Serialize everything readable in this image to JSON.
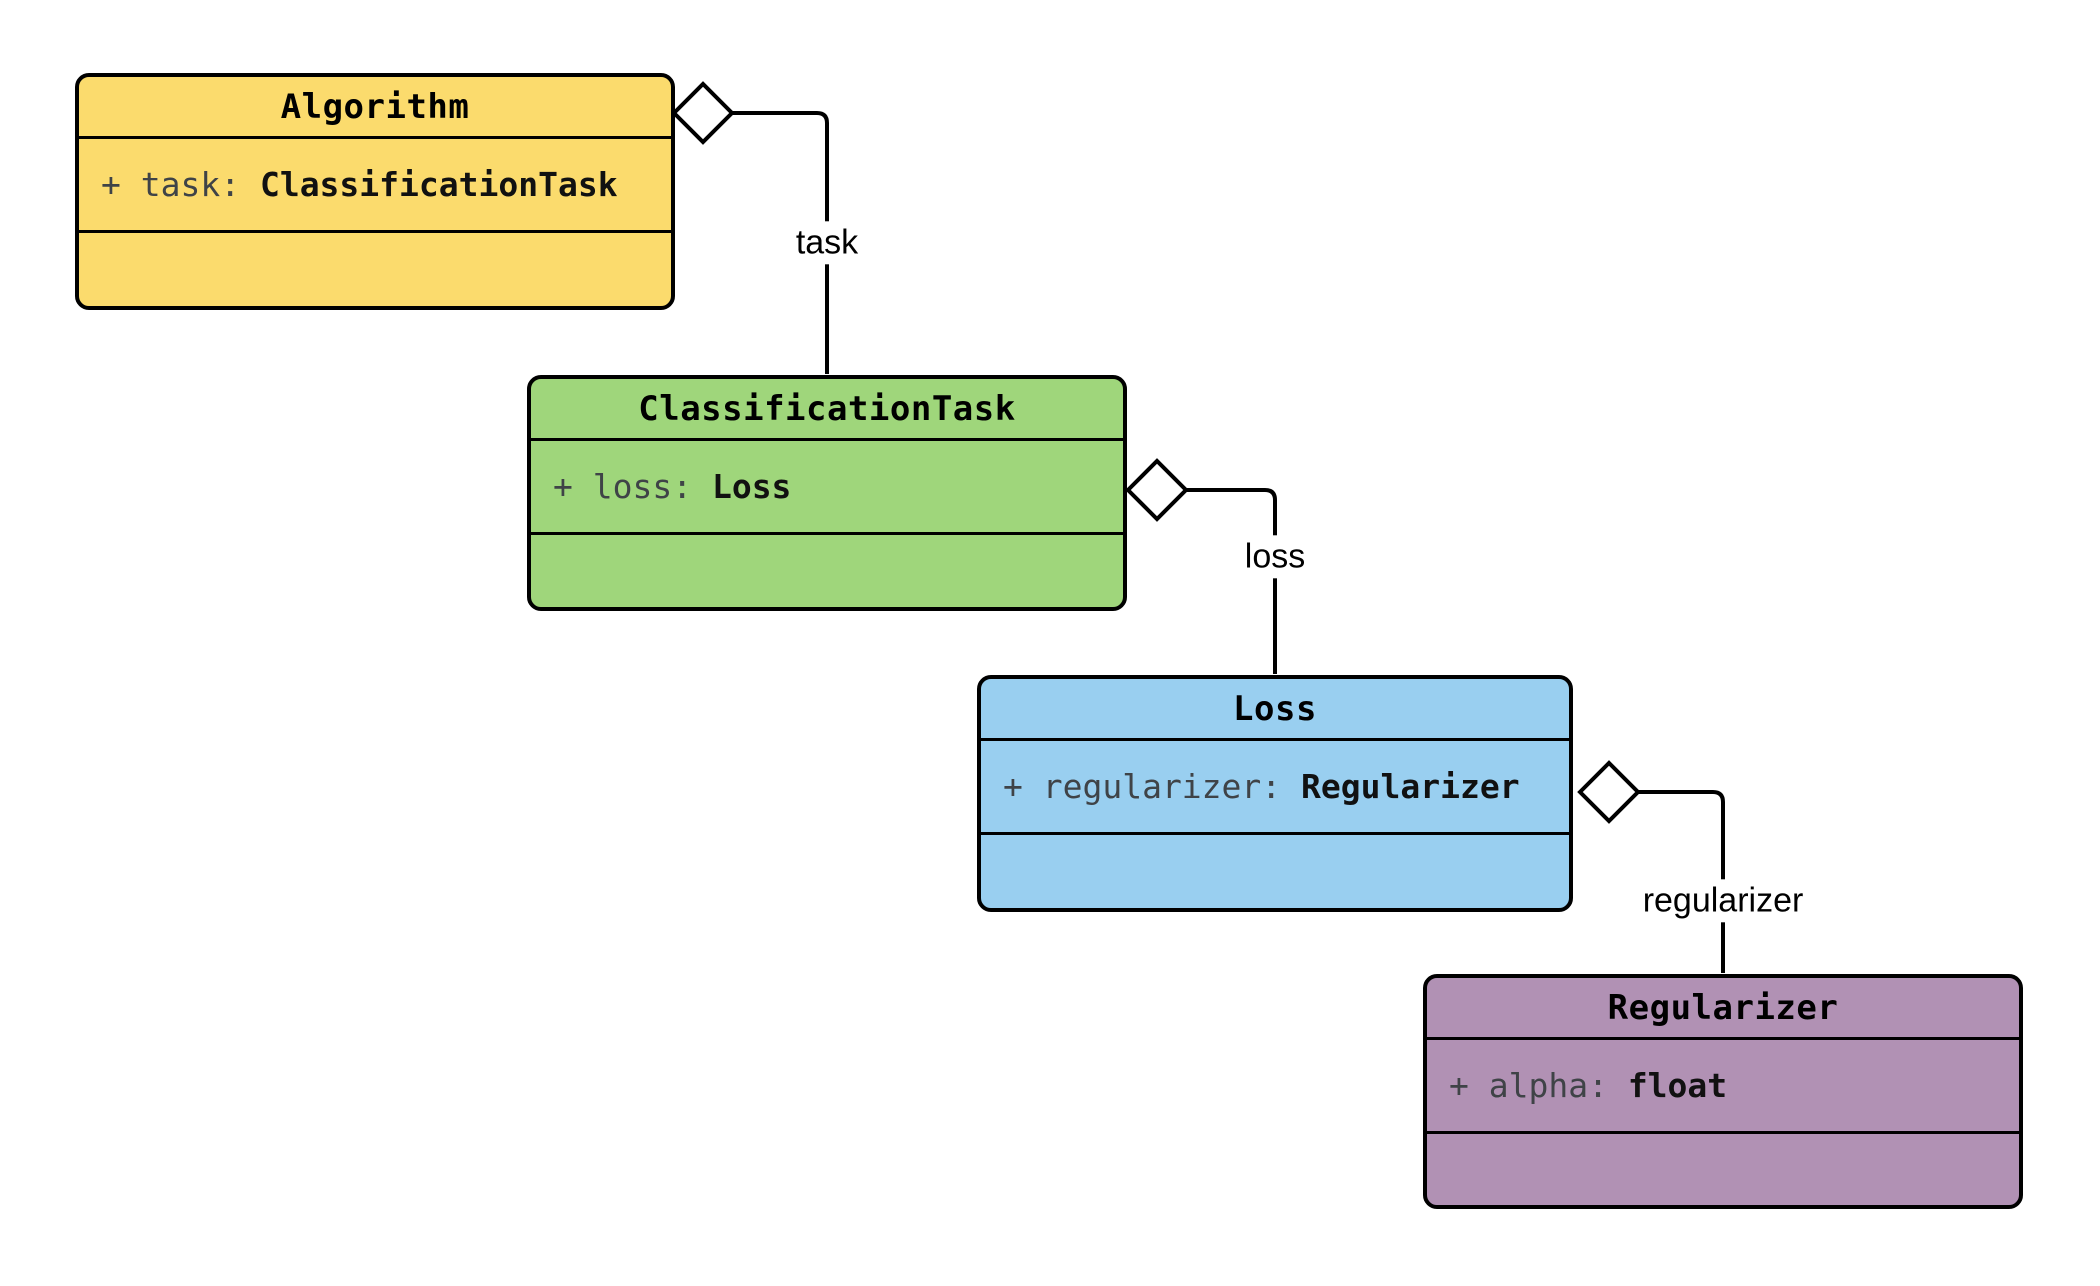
{
  "diagram": {
    "kind": "uml-class-diagram",
    "classes": [
      {
        "title": "Algorithm",
        "attr_name": "+ task: ",
        "attr_type": "ClassificationTask",
        "fill": "#FBDB6D"
      },
      {
        "title": "ClassificationTask",
        "attr_name": "+ loss: ",
        "attr_type": "Loss",
        "fill": "#9FD67B"
      },
      {
        "title": "Loss",
        "attr_name": "+ regularizer: ",
        "attr_type": "Regularizer",
        "fill": "#99CFF0"
      },
      {
        "title": "Regularizer",
        "attr_name": "+ alpha: ",
        "attr_type": "float",
        "fill": "#B191B4"
      }
    ],
    "connectors": [
      {
        "label": "task",
        "from": "Algorithm",
        "to": "ClassificationTask",
        "kind": "aggregation"
      },
      {
        "label": "loss",
        "from": "ClassificationTask",
        "to": "Loss",
        "kind": "aggregation"
      },
      {
        "label": "regularizer",
        "from": "Loss",
        "to": "Regularizer",
        "kind": "aggregation"
      }
    ],
    "colors": {
      "stroke": "#000000",
      "diamond_fill": "#FFFFFF",
      "attr_name_text": "#3F4347",
      "attr_type_text": "#111111",
      "edge_label_text": "#000000",
      "background": "#FFFFFF"
    }
  }
}
